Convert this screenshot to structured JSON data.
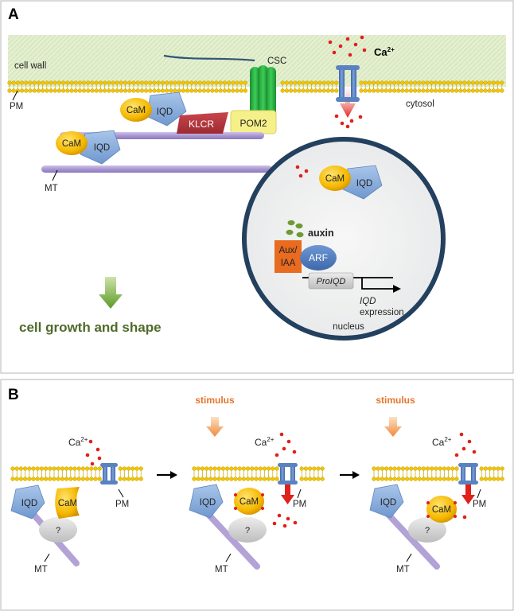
{
  "panel_a": {
    "letter": "A",
    "cell_wall": "cell wall",
    "pm": "PM",
    "csc": "CSC",
    "ca": "Ca",
    "ca_sup": "2+",
    "cytosol": "cytosol",
    "cam": "CaM",
    "iqd": "IQD",
    "klcr": "KLCR",
    "pom2": "POM2",
    "mt": "MT",
    "auxin": "auxin",
    "aux_iaa_line1": "Aux/",
    "aux_iaa_line2": "IAA",
    "arf": "ARF",
    "promoter": "ProIQD",
    "expression_italic": "IQD",
    "expression": "expression",
    "nucleus": "nucleus",
    "growth": "cell growth and shape"
  },
  "panel_b": {
    "letter": "B",
    "stimulus": "stimulus",
    "ca": "Ca",
    "ca_sup": "2+",
    "iqd": "IQD",
    "cam": "CaM",
    "unknown": "?",
    "pm": "PM",
    "mt": "MT"
  },
  "colors": {
    "cell_wall": "#e3efcf",
    "lipid_head": "#f2c500",
    "cam": "#f5b800",
    "iqd": "#7ea6d8",
    "klcr": "#b8333a",
    "pom2": "#f6f08a",
    "csc": "#22a83c",
    "microtubule": "#b2a2d6",
    "channel": "#5a82bf",
    "calcium": "#e0201b",
    "nucleus_border": "#23405e",
    "aux_iaa": "#e86b1f",
    "arf": "#4a78bd",
    "growth_text": "#4f6b2a",
    "stimulus": "#e3762c",
    "auxin": "#6d9a32"
  }
}
